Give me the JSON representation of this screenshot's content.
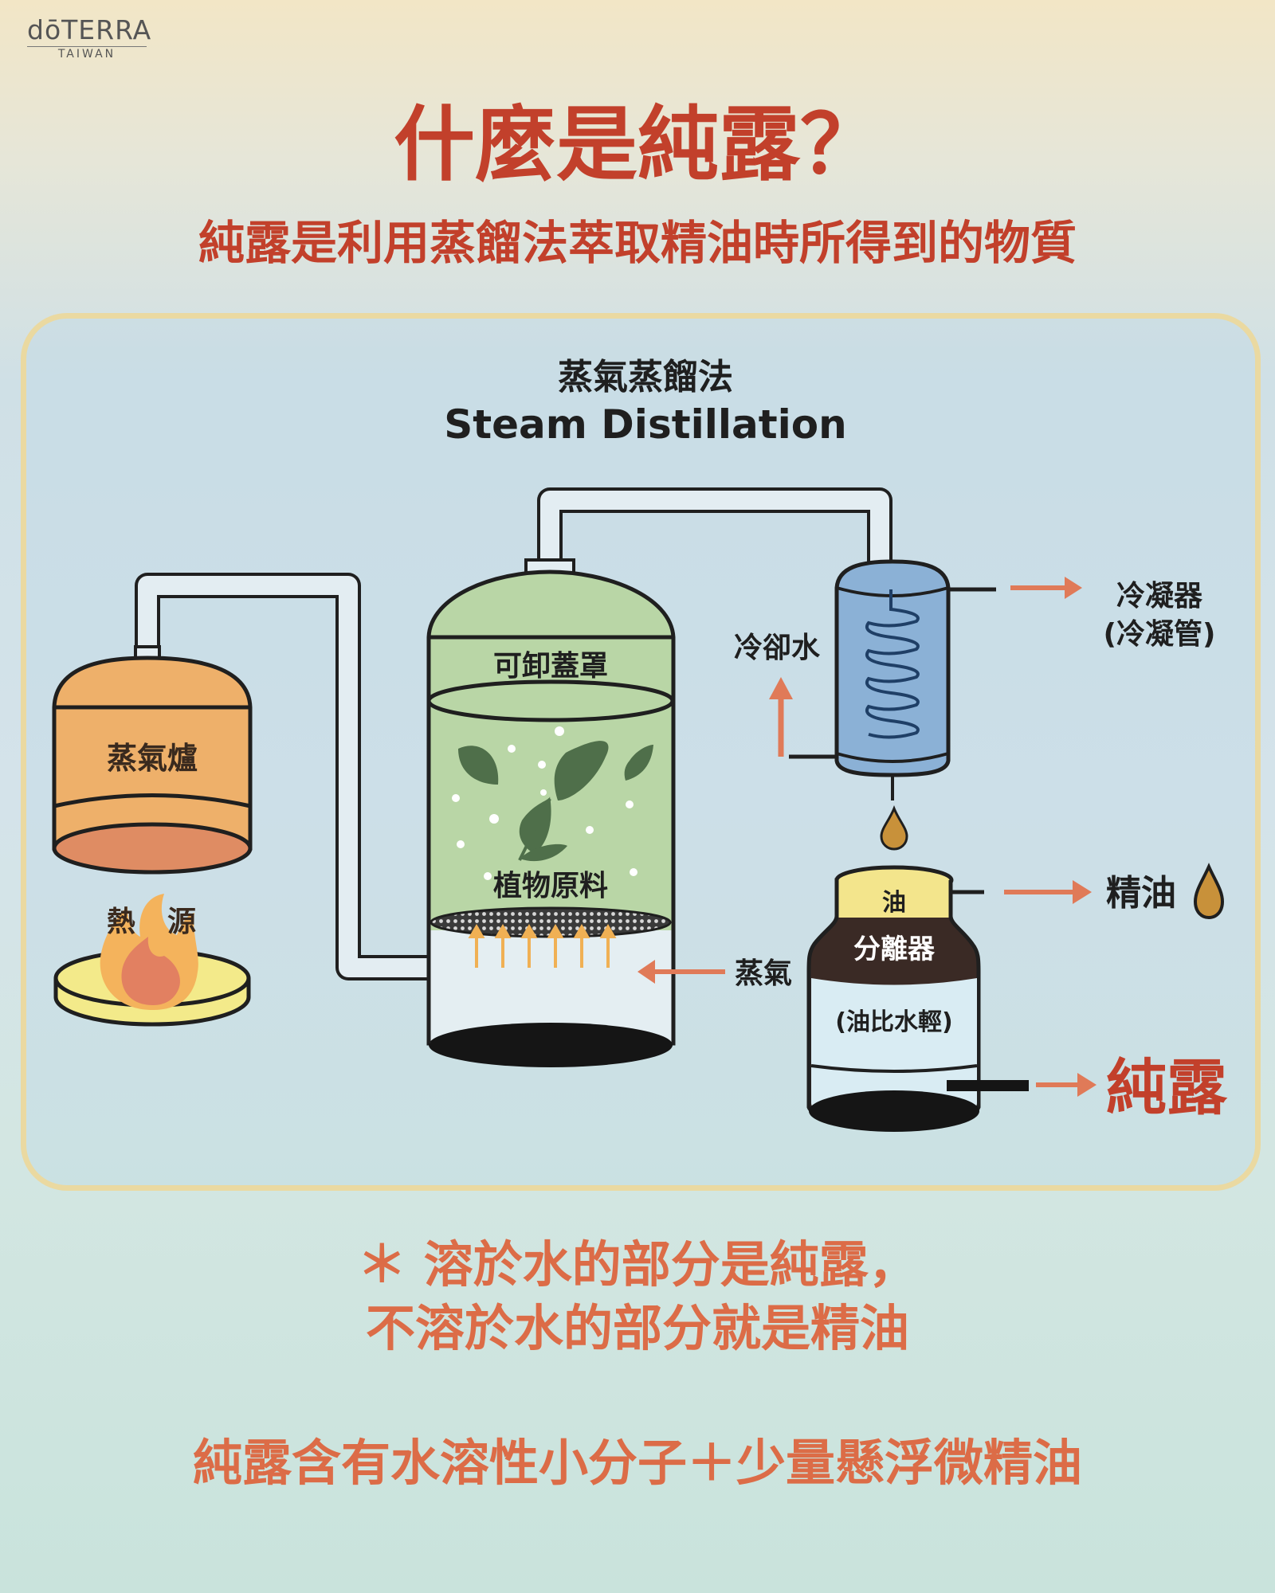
{
  "brand": {
    "name": "dōTERRA",
    "sub": "TAIWAN"
  },
  "header": {
    "title": "什麼是純露？",
    "subtitle": "純露是利用蒸餾法萃取精油時所得到的物質"
  },
  "diagram": {
    "title_zh": "蒸氣蒸餾法",
    "title_en": "Steam Distillation",
    "labels": {
      "boiler": "蒸氣爐",
      "heat_1": "熱",
      "heat_2": "源",
      "lid": "可卸蓋罩",
      "plant": "植物原料",
      "steam": "蒸氣",
      "cooling_water": "冷卻水",
      "condenser_1": "冷凝器",
      "condenser_2": "(冷凝管)",
      "oil_layer": "油",
      "separator": "分離器",
      "separator_note": "(油比水輕)",
      "essential_oil": "精油",
      "hydrosol": "純露"
    },
    "colors": {
      "outline": "#1f1f1f",
      "boiler": "#eeb06a",
      "boiler_bottom": "#df8c63",
      "flame_outer": "#f4b35c",
      "flame_inner": "#e28061",
      "dish": "#f3ea8a",
      "column": "#b9d6a6",
      "leaf": "#4f6f4a",
      "condenser": "#8bb1d6",
      "oil": "#f3e58c",
      "separator_body": "#3a2a25",
      "water": "#d9ecf3",
      "drop": "#c8913a",
      "arrow": "#e07a58",
      "accent_red": "#c2402b"
    }
  },
  "notes": {
    "line1": "＊ 溶於水的部分是純露，",
    "line2": "不溶於水的部分就是精油",
    "line3": "純露含有水溶性小分子＋少量懸浮微精油"
  }
}
